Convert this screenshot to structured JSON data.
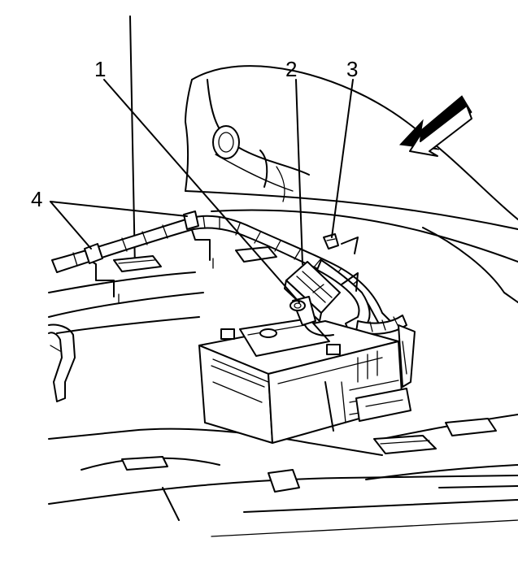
{
  "diagram": {
    "callouts": [
      {
        "id": "1",
        "label": "1"
      },
      {
        "id": "2",
        "label": "2"
      },
      {
        "id": "3",
        "label": "3"
      },
      {
        "id": "4",
        "label": "4"
      }
    ],
    "direction_indicator": "forward-arrow-icon",
    "line_color": "#000000",
    "background_color": "#ffffff"
  }
}
